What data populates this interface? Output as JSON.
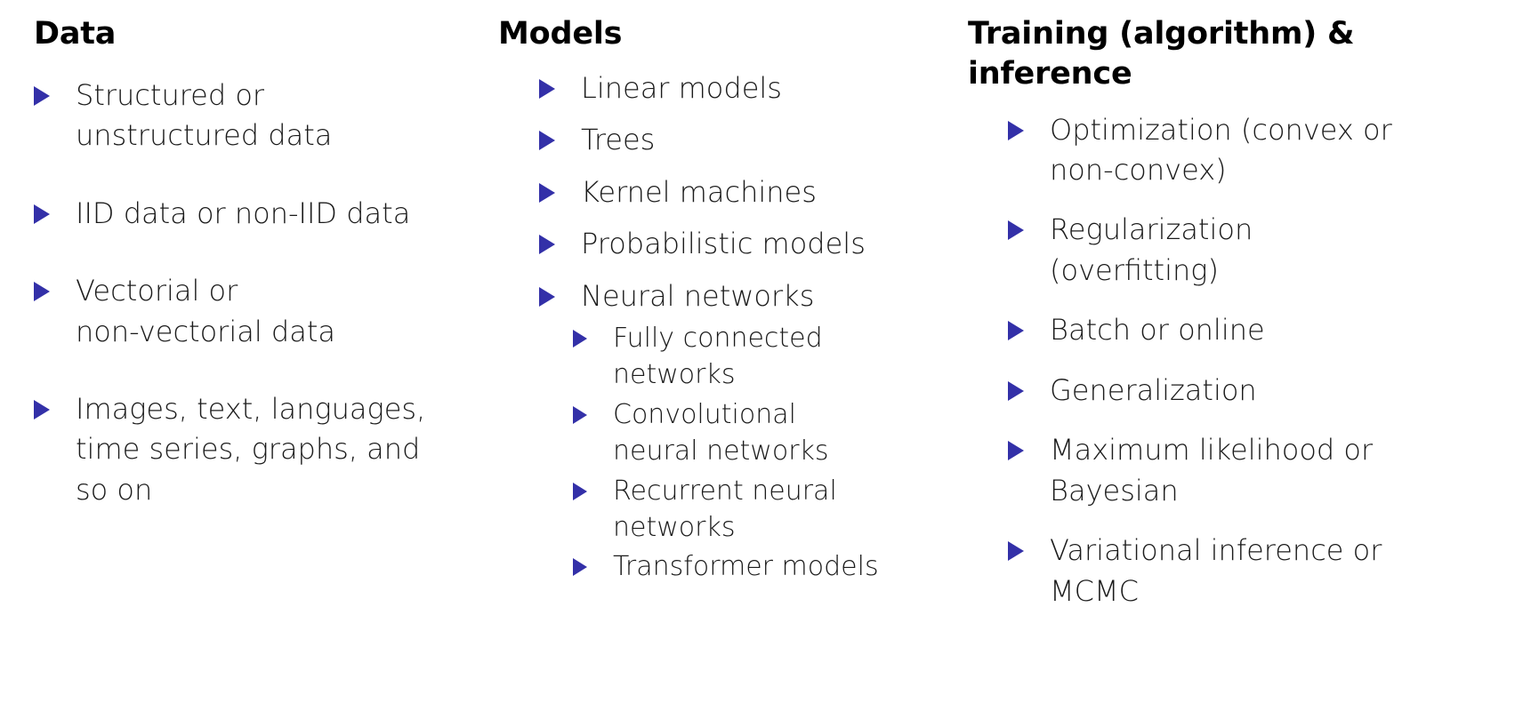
{
  "slide": {
    "background_color": "#ffffff",
    "text_color": "#1b1b1b",
    "heading_color": "#000000",
    "bullet_color": "#3330a8"
  },
  "columns": [
    {
      "id": "data",
      "heading": "Data",
      "items": [
        {
          "text": "Structured or\nunstructured data"
        },
        {
          "text": "IID data or non-IID data"
        },
        {
          "text": "Vectorial or\nnon-vectorial data"
        },
        {
          "text": "Images, text, languages,\ntime series, graphs, and\nso on"
        }
      ]
    },
    {
      "id": "models",
      "heading": "Models",
      "items": [
        {
          "text": "Linear models"
        },
        {
          "text": "Trees"
        },
        {
          "text": "Kernel machines"
        },
        {
          "text": "Probabilistic models"
        },
        {
          "text": "Neural networks",
          "subitems": [
            {
              "text": "Fully connected\nnetworks"
            },
            {
              "text": "Convolutional\nneural networks"
            },
            {
              "text": "Recurrent neural\nnetworks"
            },
            {
              "text": "Transformer models"
            }
          ]
        }
      ]
    },
    {
      "id": "training",
      "heading": "Training (algorithm) &\ninference",
      "items": [
        {
          "text": "Optimization (convex or\nnon-convex)"
        },
        {
          "text": "Regularization\n(overfitting)"
        },
        {
          "text": "Batch or online"
        },
        {
          "text": "Generalization"
        },
        {
          "text": "Maximum likelihood or\nBayesian"
        },
        {
          "text": "Variational inference or\nMCMC"
        }
      ]
    }
  ]
}
